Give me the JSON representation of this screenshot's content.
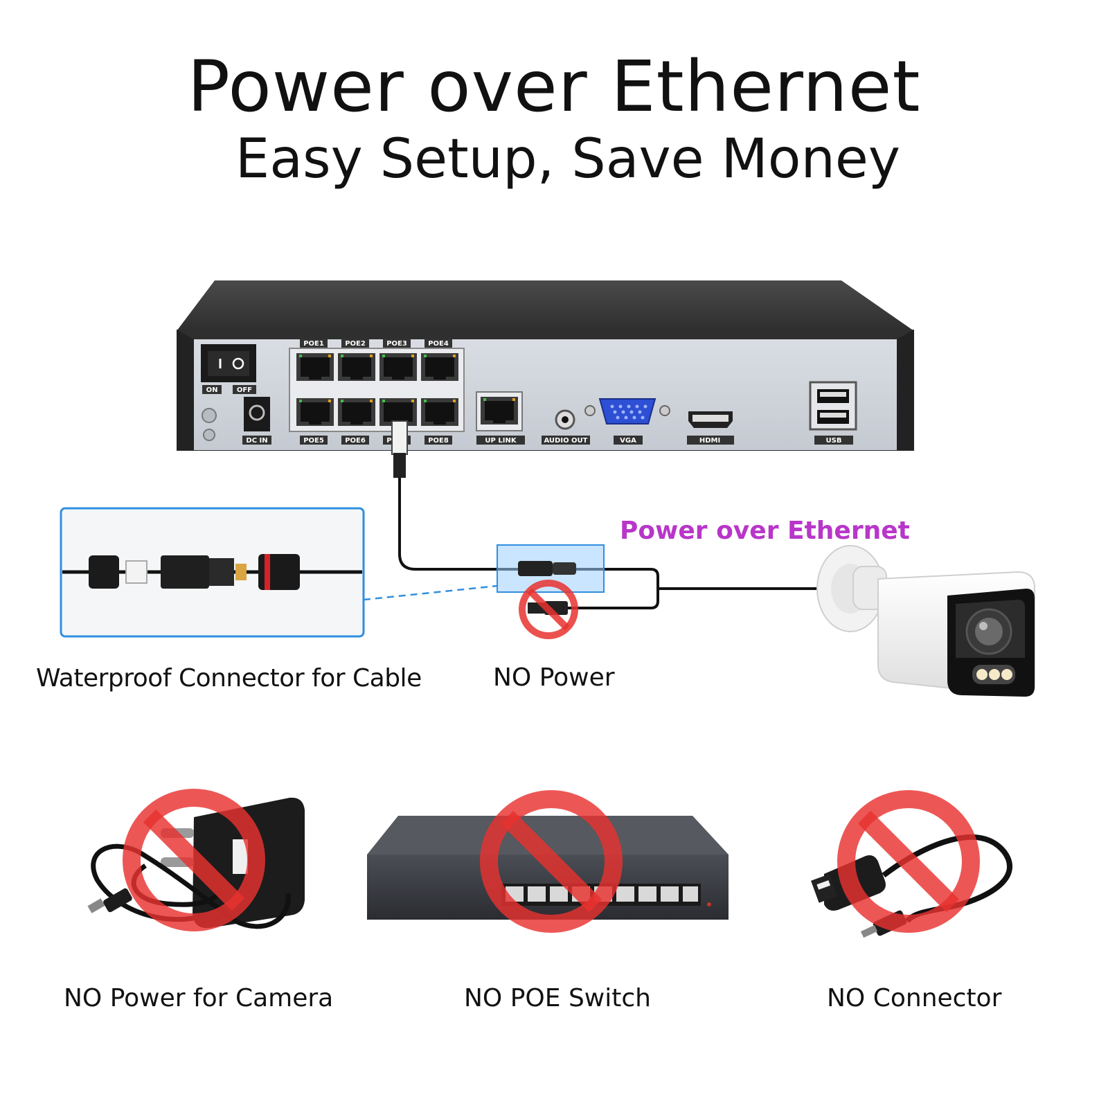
{
  "header": {
    "title": "Power over Ethernet",
    "subtitle": "Easy Setup, Save Money"
  },
  "nvr": {
    "switch_on": "ON",
    "switch_off": "OFF",
    "dc_in": "DC IN",
    "poe_ports_top": [
      "POE1",
      "POE2",
      "POE3",
      "POE4"
    ],
    "poe_ports_bottom": [
      "POE5",
      "POE6",
      "POE7",
      "POE8"
    ],
    "uplink": "UP LINK",
    "audio_out": "AUDIO OUT",
    "vga": "VGA",
    "hdmi": "HDMI",
    "usb": "USB"
  },
  "connection": {
    "poe_label": "Power over Ethernet",
    "poe_label_color": "#b836c9",
    "no_power_label": "NO Power",
    "waterproof_label": "Waterproof Connector for Cable"
  },
  "not_needed": [
    {
      "label": "NO Power for Camera",
      "icon": "power-adapter-icon"
    },
    {
      "label": "NO POE Switch",
      "icon": "network-switch-icon"
    },
    {
      "label": "NO Connector",
      "icon": "usb-connector-icon"
    }
  ],
  "colors": {
    "prohibit_red": "#e8322f",
    "highlight_blue": "#2f8fe0"
  }
}
